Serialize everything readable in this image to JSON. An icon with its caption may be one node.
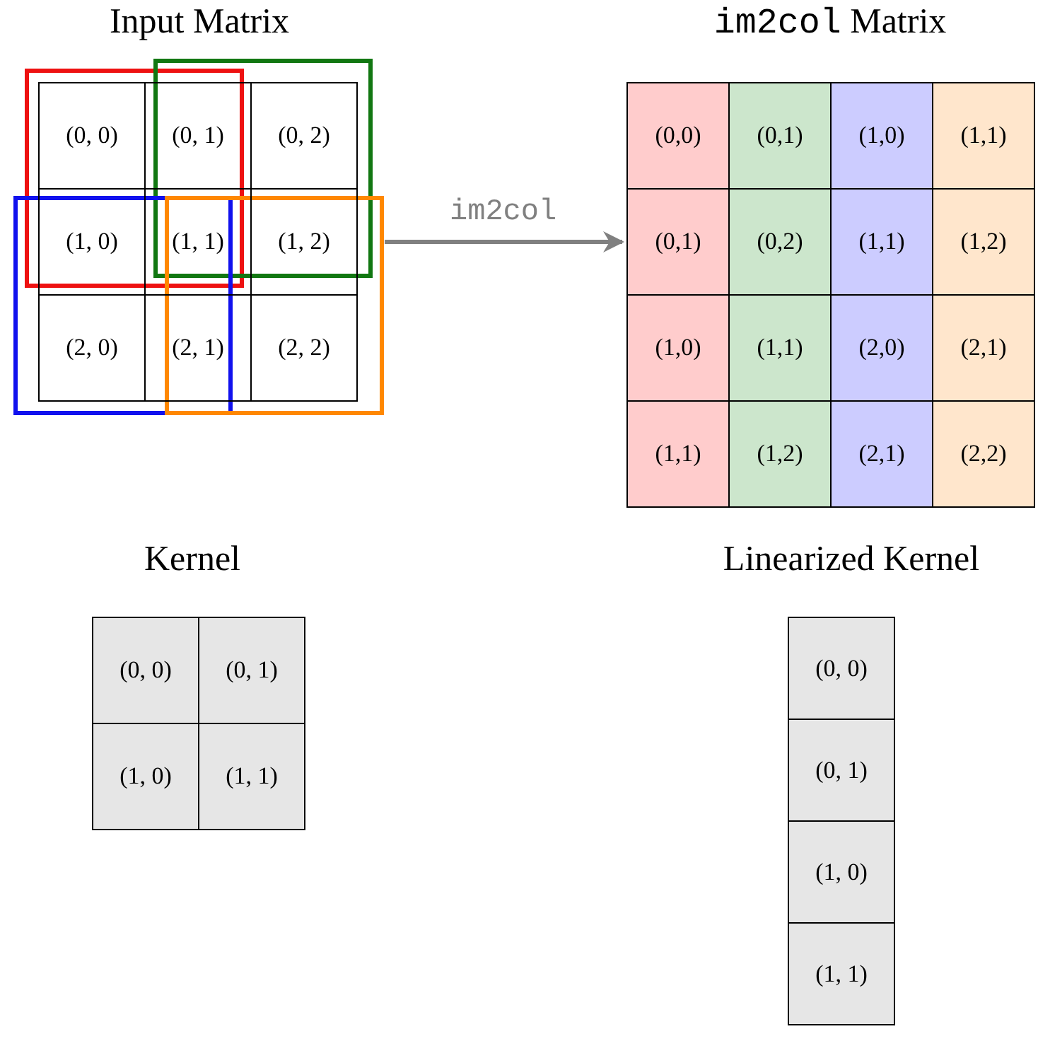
{
  "diagram": {
    "nodes": [
      {
        "text": [
          "Input Matrix"
        ]
      },
      {
        "text": [
          "(0, 0)"
        ],
        "in": 0
      },
      {
        "text": [
          "(0, 1)"
        ],
        "in": 0
      },
      {
        "text": [
          "(0, 2)"
        ],
        "in": 0
      },
      {
        "text": [
          "(1, 0)"
        ],
        "in": 0
      },
      {
        "text": [
          "(1, 1)"
        ],
        "in": 0
      },
      {
        "text": [
          "(1, 2)"
        ],
        "in": 0
      },
      {
        "text": [
          "(2, 0)"
        ],
        "in": 0
      },
      {
        "text": [
          "(2, 1)"
        ],
        "in": 0
      },
      {
        "text": [
          "(2, 2)"
        ],
        "in": 0
      },
      {
        "text": [
          "im2col Matrix"
        ]
      },
      {
        "text": [
          "(0,0)"
        ],
        "in": 10
      },
      {
        "text": [
          "(0,1)"
        ],
        "in": 10
      },
      {
        "text": [
          "(1,0)"
        ],
        "in": 10
      },
      {
        "text": [
          "(1,1)"
        ],
        "in": 10
      },
      {
        "text": [
          "(0,1)"
        ],
        "in": 10
      },
      {
        "text": [
          "(0,2)"
        ],
        "in": 10
      },
      {
        "text": [
          "(1,1)"
        ],
        "in": 10
      },
      {
        "text": [
          "(1,2)"
        ],
        "in": 10
      },
      {
        "text": [
          "(1,0)"
        ],
        "in": 10
      },
      {
        "text": [
          "(1,1)"
        ],
        "in": 10
      },
      {
        "text": [
          "(2,0)"
        ],
        "in": 10
      },
      {
        "text": [
          "(2,1)"
        ],
        "in": 10
      },
      {
        "text": [
          "(1,1)"
        ],
        "in": 10
      },
      {
        "text": [
          "(1,2)"
        ],
        "in": 10
      },
      {
        "text": [
          "(2,1)"
        ],
        "in": 10
      },
      {
        "text": [
          "(2,2)"
        ],
        "in": 10
      },
      {
        "text": [
          "Kernel"
        ]
      },
      {
        "text": [
          "(0, 0)"
        ],
        "in": 27
      },
      {
        "text": [
          "(0, 1)"
        ],
        "in": 27
      },
      {
        "text": [
          "(1, 0)"
        ],
        "in": 27
      },
      {
        "text": [
          "(1, 1)"
        ],
        "in": 27
      },
      {
        "text": [
          "Linearized Kernel"
        ]
      },
      {
        "text": [
          "(0, 0)"
        ],
        "in": 32
      },
      {
        "text": [
          "(0, 1)"
        ],
        "in": 32
      },
      {
        "text": [
          "(1, 0)"
        ],
        "in": 32
      },
      {
        "text": [
          "(1, 1)"
        ],
        "in": 32
      }
    ],
    "edges": [
      {
        "from": 0,
        "to": 10,
        "arrow": "to",
        "label": "im2col",
        "color": "#808080"
      }
    ]
  }
}
